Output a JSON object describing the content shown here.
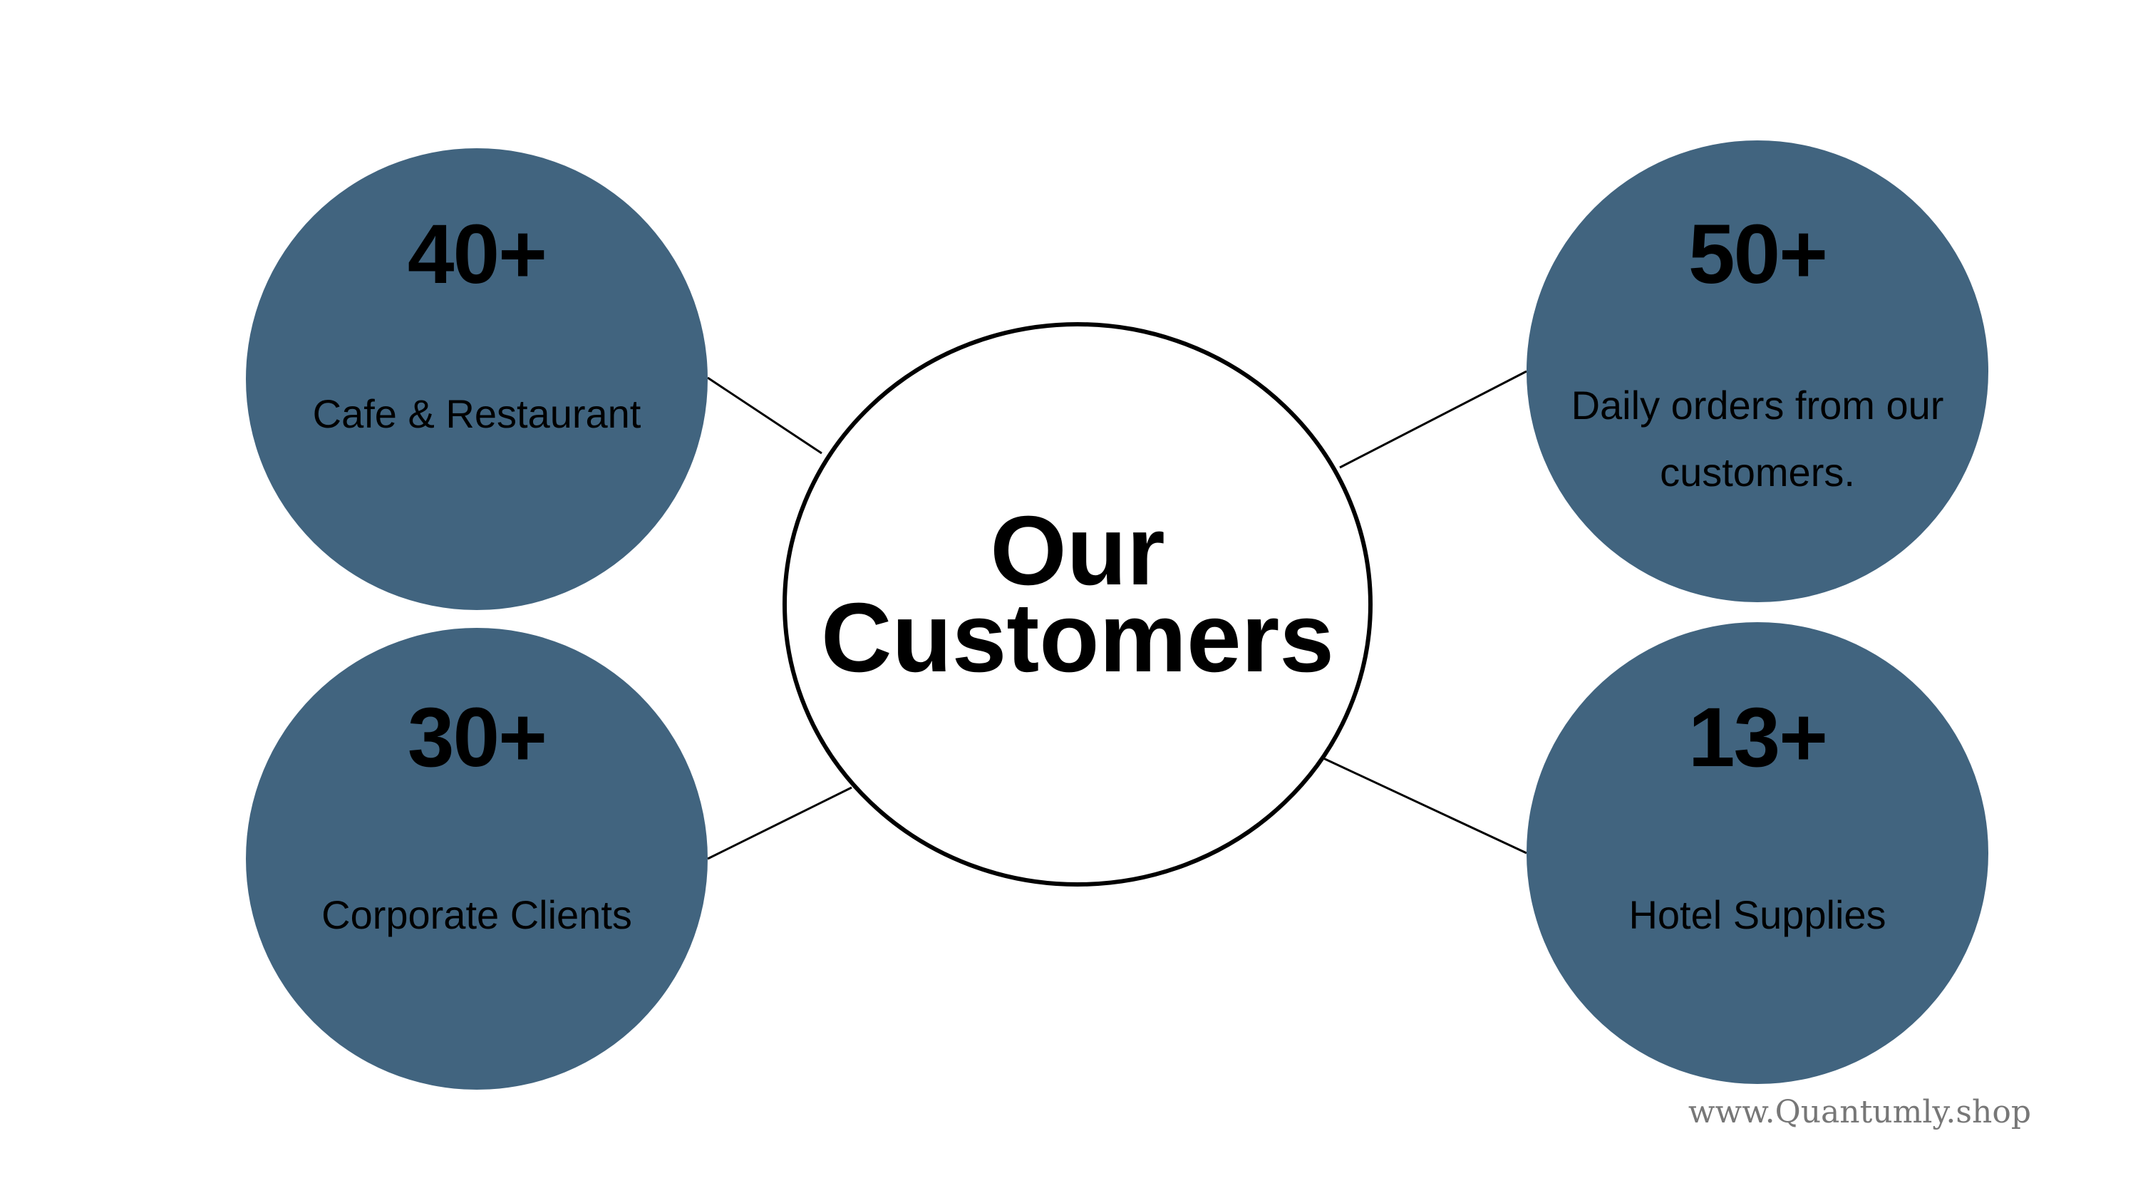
{
  "title": {
    "line1": "Our",
    "line2": "Customers"
  },
  "colors": {
    "bubble": "#41647f",
    "line": "#000000",
    "footer": "#777777"
  },
  "bubbles": [
    {
      "value": "40+",
      "label": [
        "Cafe & Restaurant"
      ]
    },
    {
      "value": "30+",
      "label": [
        "Corporate Clients"
      ]
    },
    {
      "value": "50+",
      "label": [
        "Daily orders from our",
        "customers."
      ]
    },
    {
      "value": "13+",
      "label": [
        "Hotel Supplies"
      ]
    }
  ],
  "footer": "www.Quantumly.shop"
}
